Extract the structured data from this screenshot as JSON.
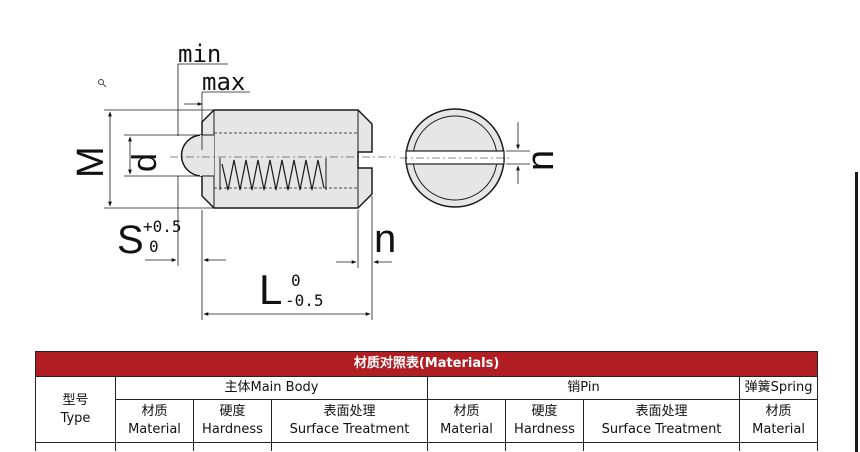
{
  "drawing": {
    "labels": {
      "min": "min",
      "max": "max",
      "M": "M",
      "d": "d",
      "S": "S",
      "S_tol_upper": "+0.5",
      "S_tol_lower": "0",
      "n_side": "n",
      "n_end": "n",
      "L": "L",
      "L_tol_upper": "0",
      "L_tol_lower": "-0.5"
    }
  },
  "table": {
    "title": "材质对照表(Materials)",
    "type_header": {
      "cn": "型号",
      "en": "Type"
    },
    "groups": [
      {
        "label": "主体Main Body"
      },
      {
        "label": "销Pin"
      },
      {
        "label": "弹簧Spring"
      }
    ],
    "subheaders": [
      {
        "cn": "材质",
        "en": "Material"
      },
      {
        "cn": "硬度",
        "en": "Hardness"
      },
      {
        "cn": "表面处理",
        "en": "Surface Treatment"
      },
      {
        "cn": "材质",
        "en": "Material"
      },
      {
        "cn": "硬度",
        "en": "Hardness"
      },
      {
        "cn": "表面处理",
        "en": "Surface Treatment"
      },
      {
        "cn": "材质",
        "en": "Material"
      }
    ]
  },
  "colors": {
    "header_red": "#b01e23",
    "part_fill": "#e6e6e6",
    "line": "#1a1a1a"
  }
}
